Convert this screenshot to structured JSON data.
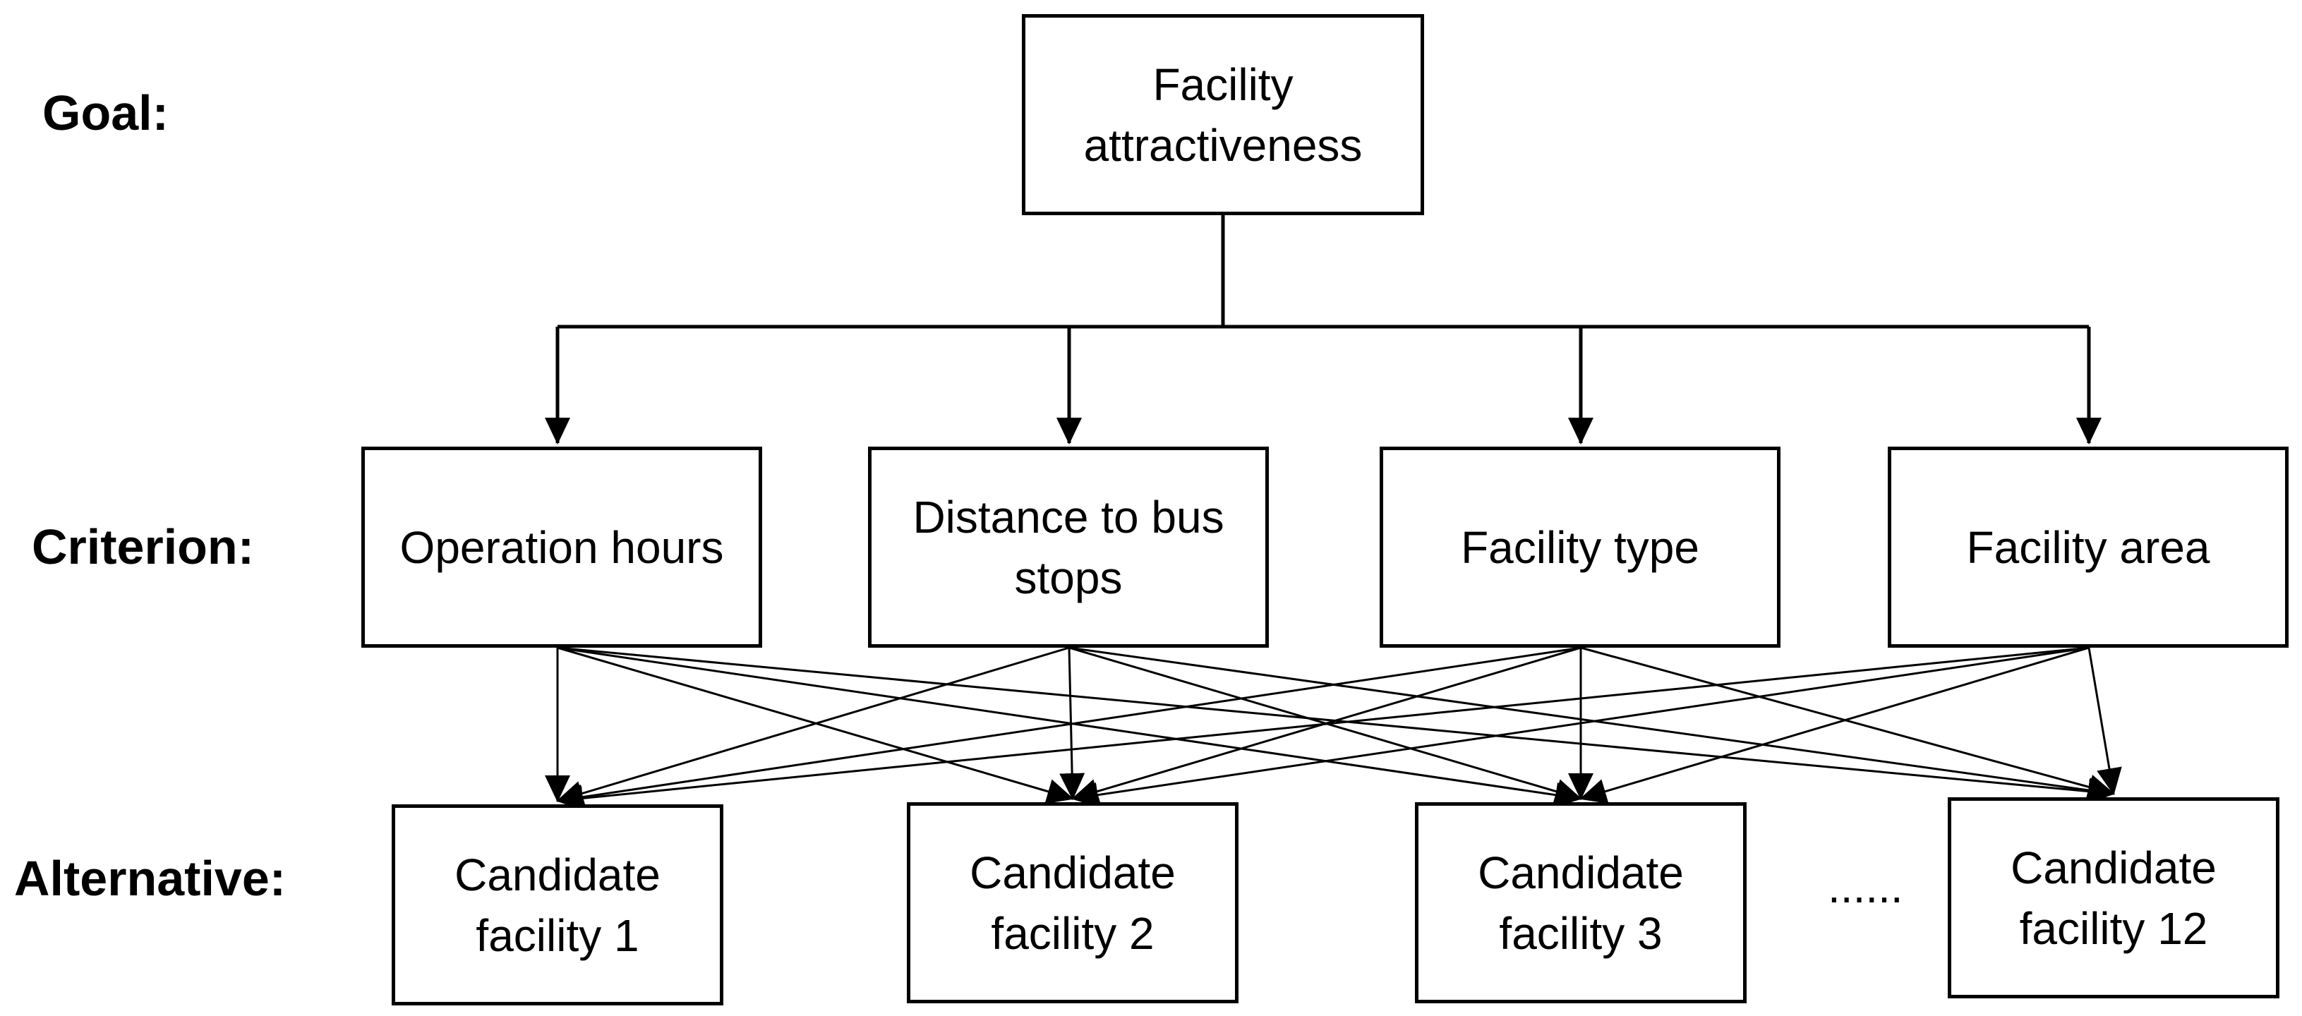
{
  "levels": {
    "goal": "Goal:",
    "criterion": "Criterion:",
    "alternative": "Alternative:"
  },
  "goal": {
    "line1": "Facility",
    "line2": "attractiveness"
  },
  "criteria": [
    {
      "line1": "Operation hours",
      "line2": ""
    },
    {
      "line1": "Distance to bus",
      "line2": "stops"
    },
    {
      "line1": "Facility type",
      "line2": ""
    },
    {
      "line1": "Facility area",
      "line2": ""
    }
  ],
  "alternatives": [
    {
      "line1": "Candidate",
      "line2": "facility 1"
    },
    {
      "line1": "Candidate",
      "line2": "facility 2"
    },
    {
      "line1": "Candidate",
      "line2": "facility 3"
    },
    {
      "line1": "Candidate",
      "line2": "facility 12"
    }
  ],
  "ellipsis": "......",
  "colors": {
    "stroke": "#000000",
    "background": "#ffffff"
  }
}
